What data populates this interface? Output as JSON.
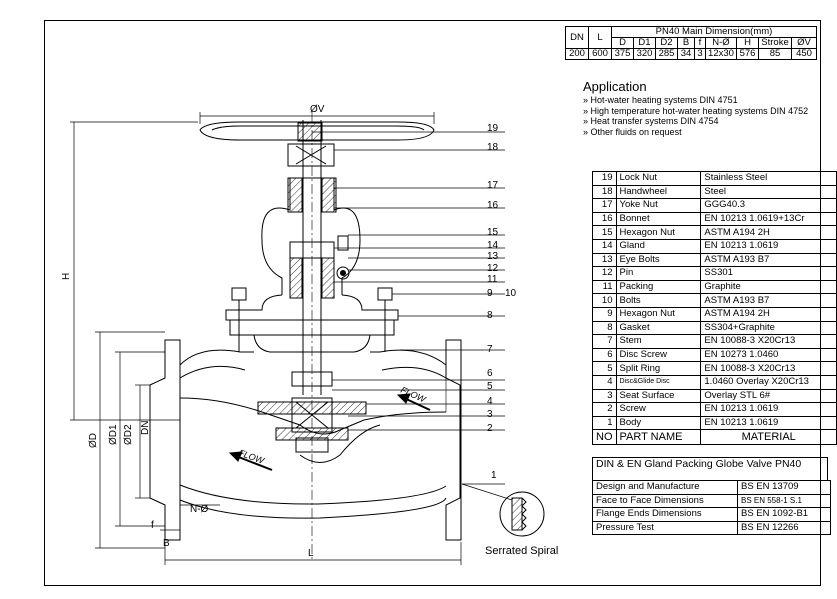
{
  "dimension_table": {
    "title": "PN40 Main Dimension(mm)",
    "header_dn": "DN",
    "header_l": "L",
    "sub_headers": [
      "D",
      "D1",
      "D2",
      "B",
      "f",
      "N-Ø",
      "H",
      "Stroke",
      "ØV"
    ],
    "row": [
      "200",
      "600",
      "375",
      "320",
      "285",
      "34",
      "3",
      "12x30",
      "576",
      "85",
      "450"
    ]
  },
  "application": {
    "title": "Application",
    "items": [
      "Hot-water heating systems DIN 4751",
      "High temperature hot-water heating systems DIN 4752",
      "Heat transfer systems DIN 4754",
      "Other fluids on request"
    ]
  },
  "parts_table": {
    "rows": [
      {
        "no": "19",
        "name": "Lock Nut",
        "material": "Stainless Steel"
      },
      {
        "no": "18",
        "name": "Handwheel",
        "material": "Steel"
      },
      {
        "no": "17",
        "name": "Yoke Nut",
        "material": "GGG40.3"
      },
      {
        "no": "16",
        "name": "Bonnet",
        "material": "EN 10213 1.0619+13Cr"
      },
      {
        "no": "15",
        "name": "Hexagon Nut",
        "material": "ASTM A194 2H"
      },
      {
        "no": "14",
        "name": "Gland",
        "material": "EN 10213 1.0619"
      },
      {
        "no": "13",
        "name": "Eye Bolts",
        "material": "ASTM A193 B7"
      },
      {
        "no": "12",
        "name": "Pin",
        "material": "SS301"
      },
      {
        "no": "11",
        "name": "Packing",
        "material": "Graphite"
      },
      {
        "no": "10",
        "name": "Bolts",
        "material": "ASTM A193 B7"
      },
      {
        "no": "9",
        "name": "Hexagon Nut",
        "material": "ASTM A194 2H"
      },
      {
        "no": "8",
        "name": "Gasket",
        "material": "SS304+Graphite"
      },
      {
        "no": "7",
        "name": "Stem",
        "material": "EN 10088-3 X20Cr13"
      },
      {
        "no": "6",
        "name": "Disc Screw",
        "material": "EN 10273 1.0460"
      },
      {
        "no": "5",
        "name": "Split Ring",
        "material": "EN 10088-3 X20Cr13"
      },
      {
        "no": "4",
        "name": "Disc&Glide Disc",
        "material": "1.0460 Overlay X20Cr13"
      },
      {
        "no": "3",
        "name": "Seat Surface",
        "material": "Overlay STL 6#"
      },
      {
        "no": "2",
        "name": "Screw",
        "material": "EN 10213 1.0619"
      },
      {
        "no": "1",
        "name": "Body",
        "material": "EN 10213 1.0619"
      }
    ],
    "header": {
      "no": "NO",
      "name": "PART NAME",
      "material": "MATERIAL"
    }
  },
  "product_title": "DIN & EN Gland Packing Globe Valve PN40",
  "standards": [
    {
      "label": "Design and Manufacture",
      "value": "BS EN 13709"
    },
    {
      "label": "Face to Face Dimensions",
      "value": "BS EN 558-1 S.1"
    },
    {
      "label": "Flange Ends Dimensions",
      "value": "BS EN 1092-B1"
    },
    {
      "label": "Pressure Test",
      "value": "BS EN 12266"
    }
  ],
  "drawing": {
    "callouts": [
      "19",
      "18",
      "17",
      "16",
      "15",
      "14",
      "13",
      "12",
      "11",
      "9",
      "10",
      "8",
      "7",
      "6",
      "5",
      "4",
      "3",
      "2",
      "1"
    ],
    "dim_labels": {
      "v": "ØV",
      "h": "H",
      "d": "ØD",
      "d1": "ØD1",
      "d2": "ØD2",
      "dn": "DN",
      "l": "L",
      "b": "B",
      "f": "f",
      "n": "N-Ø"
    },
    "flow_label": "FLOW",
    "detail_label": "Serrated Spiral"
  }
}
